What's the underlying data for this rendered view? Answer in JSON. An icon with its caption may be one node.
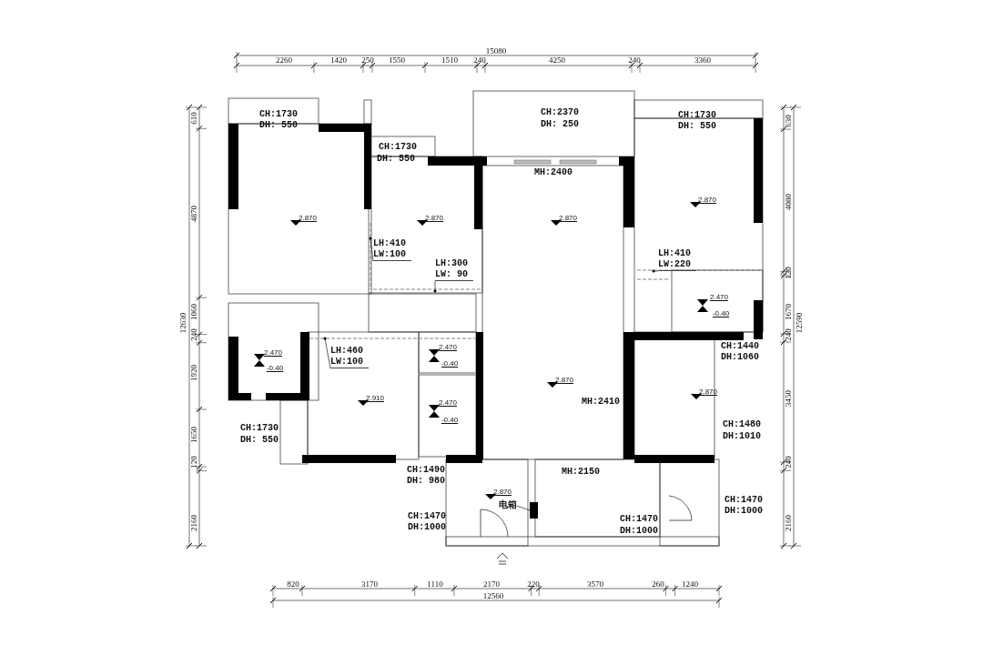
{
  "diagram": {
    "nodes": [
      {
        "text": [
          "LH:410 LW:100"
        ]
      },
      {
        "text": [
          "LH:300 LW: 90"
        ]
      },
      {
        "text": [
          "LH:410 LW:220"
        ]
      },
      {
        "text": [
          "LH:460 LW:100"
        ]
      },
      {
        "text": [
          "电箱"
        ]
      },
      {
        "text": [],
        "shape": "box"
      }
    ],
    "edges": [
      {
        "from": 0,
        "to": null,
        "arrow": "none"
      },
      {
        "from": 1,
        "to": null,
        "arrow": "none"
      },
      {
        "from": 2,
        "to": null,
        "arrow": "none"
      },
      {
        "from": 3,
        "to": null,
        "arrow": "none"
      },
      {
        "from": 4,
        "to": 5,
        "arrow": "none"
      }
    ],
    "labels": [
      "15080",
      "2260",
      "1420",
      "250",
      "1550",
      "1510",
      "240",
      "4250",
      "240",
      "3360",
      "CH:1730",
      "DH: 550",
      "CH:2370",
      "DH: 250",
      "CH:1730",
      "DH: 550",
      "610",
      "4870",
      "12630",
      "1060",
      "240",
      "1920",
      "1650",
      "120",
      "2160",
      "630",
      "4080",
      "120",
      "1670",
      "240",
      "12590",
      "3450",
      "240",
      "2160",
      "CH:1730",
      "DH: 550",
      "MH:2400",
      "2.870",
      "2.870",
      "2.870",
      "2.870",
      "2.470",
      "-0.40",
      "2.470",
      "-0.40",
      "2.470",
      "-0.40",
      "CH:1440",
      "DH:1060",
      "2.910",
      "2.470",
      "-0.40",
      "2.870",
      "MH:2410",
      "2.870",
      "CH:1730",
      "DH: 550",
      "CH:1480",
      "DH:1010",
      "CH:1490",
      "DH: 980",
      "MH:2150",
      "2.870",
      "CH:1470",
      "DH:1000",
      "CH:1470",
      "DH:1000",
      "CH:1470",
      "DH:1000",
      "820",
      "3170",
      "1110",
      "2170",
      "220",
      "3570",
      "260",
      "1240",
      "12560"
    ]
  }
}
